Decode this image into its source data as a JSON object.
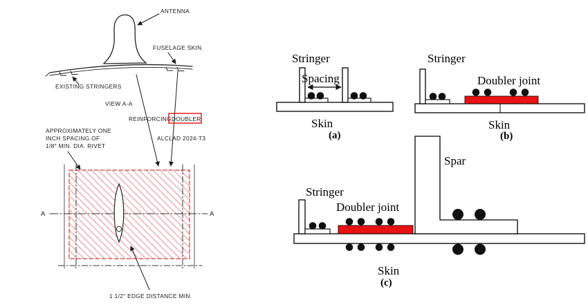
{
  "colors": {
    "doubler_red": "#e81212",
    "hatch_line": "#e89090",
    "dash_red": "#cc4444",
    "red_box": "#e01212"
  },
  "left": {
    "antenna": "ANTENNA",
    "fuselage_skin": "FUSELAGE SKIN",
    "existing_stringers": "EXISTING STRINGERS",
    "view": "VIEW A-A",
    "reinforcing": "REINFORCING",
    "doubler": "DOUBLER",
    "alclad": "ALCLAD 2024-T3",
    "note1": "APPROXIMATELY ONE",
    "note2": "INCH SPACING OF",
    "note3": "1/8\" MIN. DIA. RIVET",
    "a_left": "A",
    "a_right": "A",
    "edge": "1 1/2\" EDGE DISTANCE MIN."
  },
  "a": {
    "stringer": "Stringer",
    "spacing": "Spacing",
    "skin": "Skin",
    "cap": "(a)"
  },
  "b": {
    "stringer": "Stringer",
    "doubler_joint": "Doubler joint",
    "skin": "Skin",
    "cap": "(b)"
  },
  "c": {
    "stringer": "Stringer",
    "doubler_joint": "Doubler joint",
    "spar": "Spar",
    "skin": "Skin",
    "cap": "(c)"
  }
}
